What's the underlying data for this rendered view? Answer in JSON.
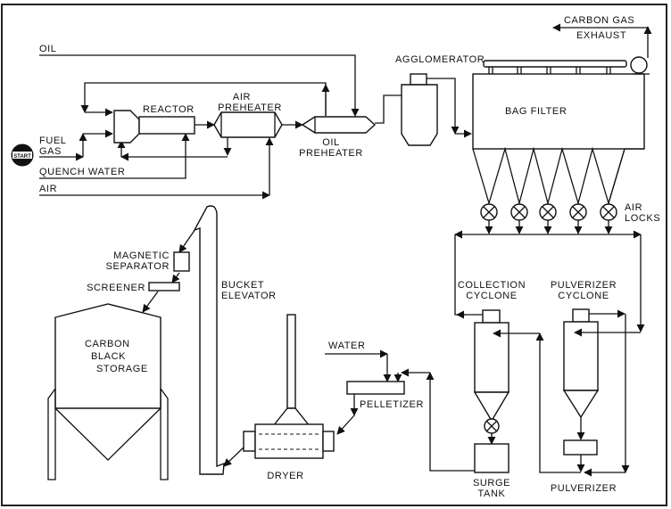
{
  "diagram": {
    "type": "process-flow",
    "subject": "Carbon black production process",
    "start_badge": "START",
    "inputs": {
      "oil": "OIL",
      "fuel_gas": [
        "FUEL",
        "GAS"
      ],
      "quench_water": "QUENCH  WATER",
      "air": "AIR",
      "water": "WATER"
    },
    "equipment": {
      "reactor": "REACTOR",
      "air_preheater": [
        "AIR",
        "PREHEATER"
      ],
      "oil_preheater": [
        "OIL",
        "PREHEATER"
      ],
      "agglomerator": "AGGLOMERATOR",
      "bag_filter": "BAG   FILTER",
      "carbon_gas_exhaust": [
        "CARBON GAS",
        "EXHAUST"
      ],
      "air_locks": [
        "AIR",
        "LOCKS"
      ],
      "collection_cyclone": [
        "COLLECTION",
        "CYCLONE"
      ],
      "pulverizer_cyclone": [
        "PULVERIZER",
        "CYCLONE"
      ],
      "pulverizer": "PULVERIZER",
      "surge_tank": [
        "SURGE",
        "TANK"
      ],
      "pelletizer": "PELLETIZER",
      "dryer": "DRYER",
      "bucket_elevator": [
        "BUCKET",
        "ELEVATOR"
      ],
      "magnetic_separator": [
        "MAGNETIC",
        "SEPARATOR"
      ],
      "screener": "SCREENER",
      "carbon_black_storage": [
        "CARBON",
        "BLACK",
        "STORAGE"
      ]
    },
    "flows": [
      {
        "from": "fuel_gas",
        "to": "reactor"
      },
      {
        "from": "oil",
        "to": "oil_preheater"
      },
      {
        "from": "oil_preheater",
        "to": "reactor"
      },
      {
        "from": "air",
        "to": "air_preheater"
      },
      {
        "from": "air_preheater",
        "to": "reactor"
      },
      {
        "from": "quench_water",
        "to": "reactor"
      },
      {
        "from": "reactor",
        "to": "air_preheater"
      },
      {
        "from": "air_preheater",
        "to": "oil_preheater"
      },
      {
        "from": "oil_preheater",
        "to": "agglomerator"
      },
      {
        "from": "agglomerator",
        "to": "bag_filter"
      },
      {
        "from": "bag_filter",
        "to": "carbon_gas_exhaust"
      },
      {
        "from": "bag_filter",
        "to": "air_locks"
      },
      {
        "from": "air_locks",
        "to": "collection_cyclone"
      },
      {
        "from": "air_locks",
        "to": "pulverizer_cyclone"
      },
      {
        "from": "collection_cyclone",
        "to": "surge_tank"
      },
      {
        "from": "pulverizer_cyclone",
        "to": "pulverizer"
      },
      {
        "from": "pulverizer",
        "to": "collection_cyclone"
      },
      {
        "from": "surge_tank",
        "to": "pelletizer"
      },
      {
        "from": "water",
        "to": "pelletizer"
      },
      {
        "from": "pelletizer",
        "to": "dryer"
      },
      {
        "from": "dryer",
        "to": "bucket_elevator"
      },
      {
        "from": "bucket_elevator",
        "to": "magnetic_separator"
      },
      {
        "from": "magnetic_separator",
        "to": "screener"
      },
      {
        "from": "screener",
        "to": "carbon_black_storage"
      }
    ]
  }
}
